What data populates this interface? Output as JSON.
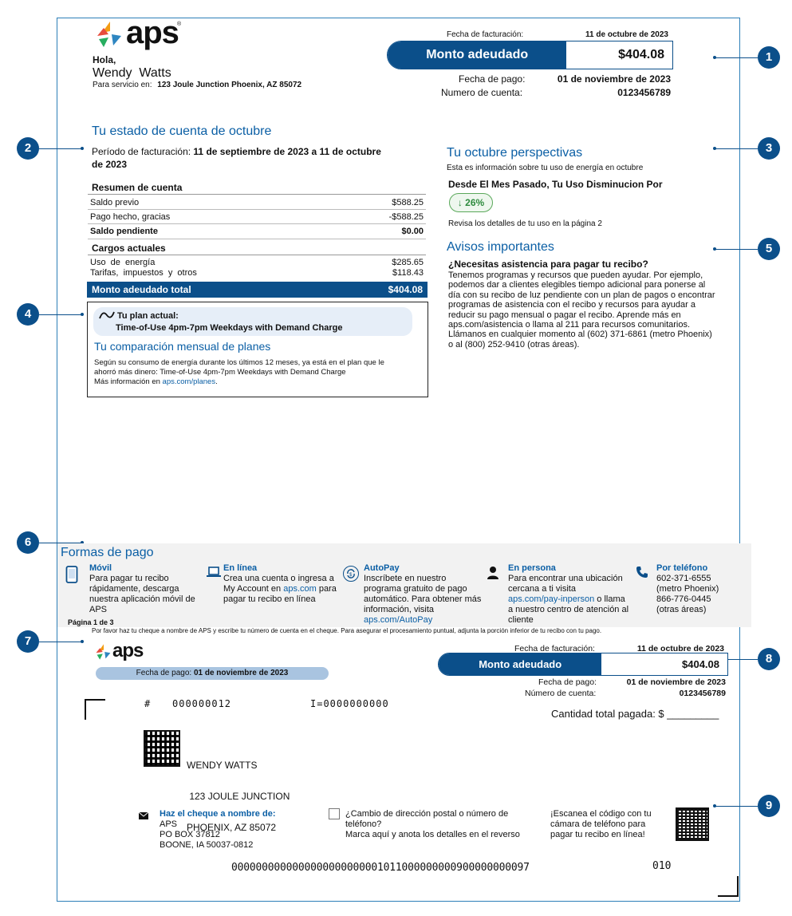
{
  "brand": {
    "name": "aps",
    "trademark": "®"
  },
  "header": {
    "greeting": "Hola,",
    "customer_name": "Wendy  Watts",
    "service_label": "Para servicio en:",
    "service_address": "123 Joule Junction Phoenix, AZ 85072",
    "billing_date_label": "Fecha de facturación:",
    "billing_date": "11 de octubre de 2023",
    "amount_due_label": "Monto adeudado",
    "amount_due": "$404.08",
    "payment_date_label": "Fecha de pago:",
    "payment_date": "01 de noviembre de 2023",
    "account_label": "Numero de cuenta:",
    "account_number": "0123456789"
  },
  "markers": [
    "1",
    "2",
    "3",
    "4",
    "5",
    "6",
    "7",
    "8",
    "9"
  ],
  "statement": {
    "title": "Tu estado de cuenta de octubre",
    "period_label": "Período de facturación:",
    "period_line1": "11 de septiembre de 2023 a 11 de octubre",
    "period_line2": "de 2023",
    "summary_title": "Resumen de cuenta",
    "summary_rows": [
      {
        "label": "Saldo previo",
        "value": "$588.25"
      },
      {
        "label": "Pago hecho, gracias",
        "value": "-$588.25"
      },
      {
        "label": "Saldo pendiente",
        "value": "$0.00"
      }
    ],
    "current_title": "Cargos actuales",
    "current_rows": [
      {
        "label": "Uso  de  energía",
        "value": "$285.65"
      },
      {
        "label": "Tarifas,  impuestos  y  otros",
        "value": "$118.43"
      }
    ],
    "total_label": "Monto adeudado total",
    "total_value": "$404.08"
  },
  "plan": {
    "current_label": "Tu plan actual:",
    "current_name": "Time-of-Use 4pm-7pm Weekdays with Demand Charge",
    "compare_title": "Tu comparación mensual de planes",
    "text_line1": "Según su consumo de energía durante los últimos 12 meses, ya está en el plan que le",
    "text_line2": "ahorró más dinero: Time-of-Use 4pm-7pm Weekdays with Demand Charge",
    "more_label": "Más información en",
    "more_link": "aps.com/planes",
    "more_end": "."
  },
  "insights": {
    "title": "Tu octubre perspectivas",
    "subtitle": "Esta es información sobre tu uso de energía en octubre",
    "headline": "Desde El Mes Pasado, Tu Uso Disminucion Por",
    "badge": "↓ 26%",
    "details": "Revisa los detalles de tu uso en la página 2"
  },
  "notices": {
    "title": "Avisos importantes",
    "question": "¿Necesitas asistencia para pagar tu recibo?",
    "lines": [
      "Tenemos programas y recursos que pueden ayudar. Por ejemplo,",
      "podemos dar a clientes elegibles tiempo adicional para ponerse al",
      "día con su recibo de luz pendiente con un plan de pagos o encontrar",
      "programas de asistencia con el recibo y recursos para ayudar a",
      "reducir su pago mensual o pagar el recibo. Aprende más en",
      "aps.com/asistencia o llama al 211 para recursos comunitarios.",
      "Llámanos en cualquier momento al (602) 371-6861 (metro Phoenix)",
      "o al (800) 252-9410 (otras áreas)."
    ]
  },
  "payment_methods": {
    "title": "Formas de pago",
    "page_label": "Página 1 de 3",
    "movil": {
      "title": "Móvil",
      "l1": "Para pagar tu recibo",
      "l2": "rápidamente, descarga",
      "l3": "nuestra aplicación móvil de",
      "l4": "APS"
    },
    "online": {
      "title": "En línea",
      "l1": "Crea una cuenta o ingresa a",
      "l2a": "My Account en",
      "l2link": "aps.com",
      "l2b": "para",
      "l3": "pagar tu recibo en línea"
    },
    "autopay": {
      "title": "AutoPay",
      "l1": "Inscríbete en nuestro",
      "l2": "programa gratuito de pago",
      "l3": "automático. Para obtener más",
      "l4": "información, visita",
      "link": "aps.com/AutoPay"
    },
    "inperson": {
      "title": "En persona",
      "l1": "Para encontrar una ubicación",
      "l2": "cercana a ti visita",
      "link": "aps.com/pay-inperson",
      "l3b": "o llama",
      "l4": "a nuestro centro de atención al",
      "l5": "cliente"
    },
    "phone": {
      "title": "Por teléfono",
      "l1": "602-371-6555",
      "l2": "(metro Phoenix)",
      "l3": "866-776-0445",
      "l4": "(otras áreas)"
    }
  },
  "stub": {
    "instruction": "Por favor haz tu cheque a nombre de APS y escribe tu número de cuenta en el cheque. Para asegurar el procesamiento puntual, adjunta la porción inferior de tu recibo con tu pago.",
    "pay_date_label": "Fecha de pago:",
    "pay_date": "01 de noviembre de 2023",
    "billing_date_label": "Fecha de facturación:",
    "billing_date": "11 de octubre de 2023",
    "amount_label": "Monto adeudado",
    "amount": "$404.08",
    "payment_date_label": "Fecha de pago:",
    "payment_date": "01 de noviembre de 2023",
    "account_label": "Número de cuenta:",
    "account": "0123456789",
    "total_paid_label": "Cantidad total pagada: $ _________",
    "hash": "#",
    "code1": "000000012",
    "code2": "I=0000000000",
    "mail_name": "WENDY WATTS",
    "mail_street": " 123 JOULE JUNCTION",
    "mail_city": "PHOENIX, AZ 85072",
    "payable_title": "Haz el cheque a nombre de:",
    "payable_l1": "APS",
    "payable_l2": "PO BOX 37812",
    "payable_l3": "BOONE, IA 50037-0812",
    "change_l1": "¿Cambio de dirección postal o número de",
    "change_l2": "teléfono?",
    "change_l3": "Marca aquí y anota los detalles en el reverso",
    "scan_l1": "¡Escanea el código con tu",
    "scan_l2": "cámara de teléfono para",
    "scan_l3": "pagar tu recibo en línea!",
    "micr": "0000000000000000000000001011000000000900000000097",
    "micr_end": "010"
  }
}
